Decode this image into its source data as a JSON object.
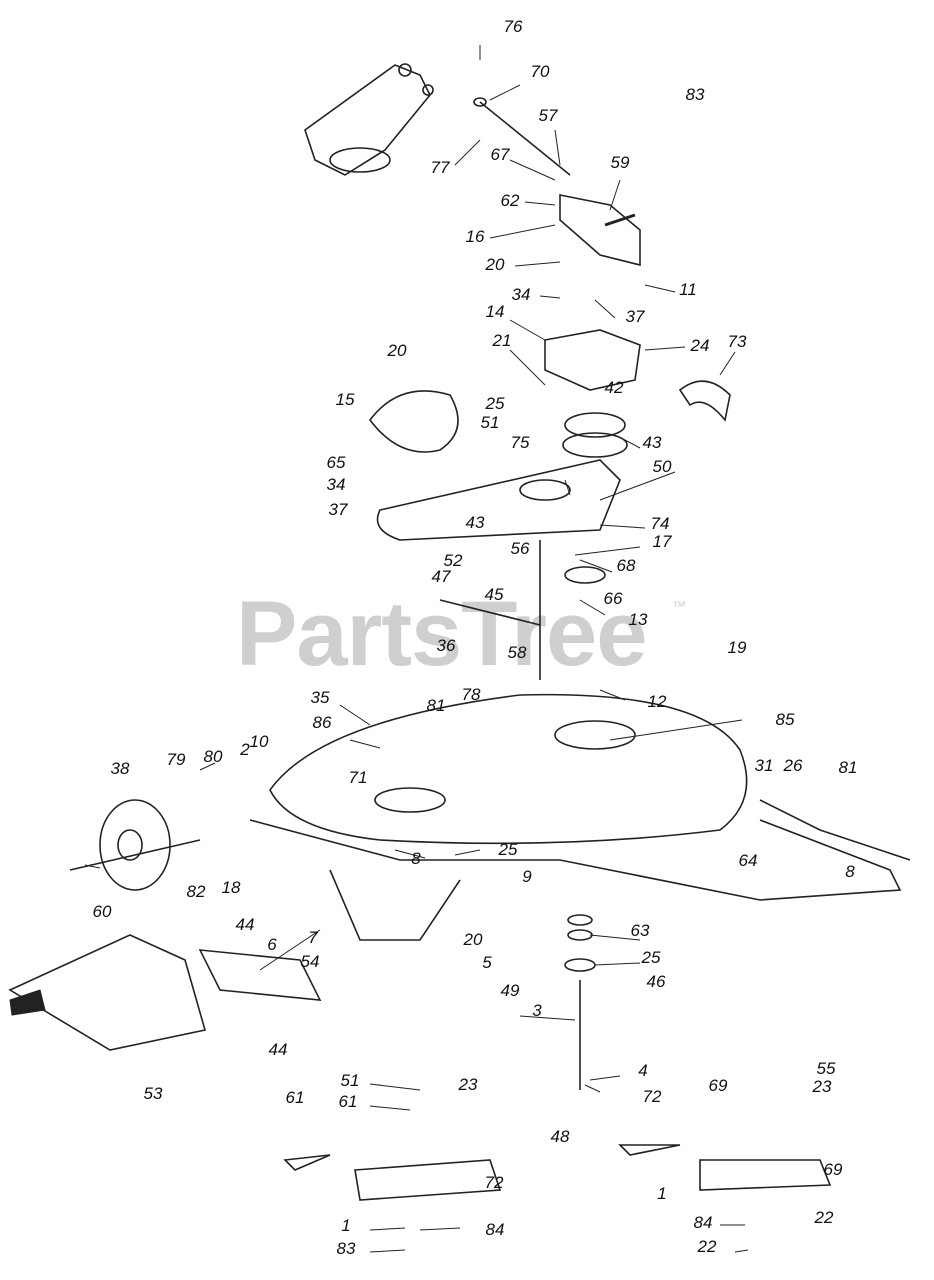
{
  "watermark": {
    "text": "PartsTree",
    "trademark": "™"
  },
  "callouts": [
    "76",
    "70",
    "57",
    "77",
    "67",
    "59",
    "62",
    "16",
    "20",
    "11",
    "34",
    "37",
    "14",
    "24",
    "21",
    "73",
    "20",
    "15",
    "25",
    "51",
    "42",
    "43",
    "75",
    "50",
    "65",
    "34",
    "37",
    "43",
    "74",
    "56",
    "17",
    "52",
    "68",
    "47",
    "66",
    "45",
    "13",
    "36",
    "58",
    "19",
    "12",
    "35",
    "78",
    "86",
    "81",
    "85",
    "38",
    "79",
    "80",
    "2",
    "10",
    "71",
    "31",
    "26",
    "81",
    "8",
    "25",
    "60",
    "82",
    "18",
    "64",
    "8",
    "9",
    "44",
    "6",
    "7",
    "20",
    "63",
    "54",
    "5",
    "25",
    "44",
    "49",
    "46",
    "3",
    "53",
    "4",
    "51",
    "23",
    "61",
    "72",
    "48",
    "55",
    "23",
    "61",
    "69",
    "72",
    "1",
    "69",
    "1",
    "84",
    "22",
    "83",
    "84",
    "22",
    "83"
  ]
}
